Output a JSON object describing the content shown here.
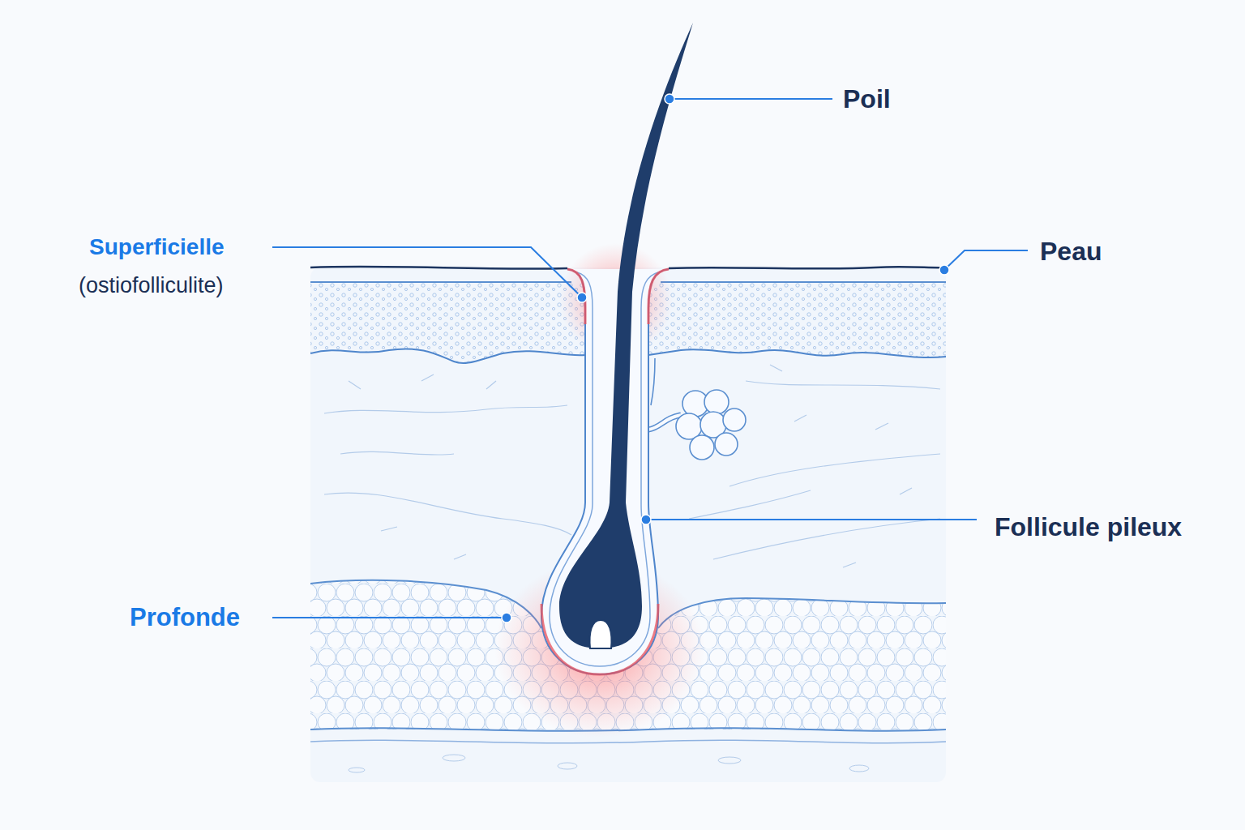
{
  "diagram": {
    "labels": [
      "Poil",
      "Superficielle",
      "(ostiofolliculite)",
      "Peau",
      "Follicule pileux",
      "Profonde"
    ]
  }
}
